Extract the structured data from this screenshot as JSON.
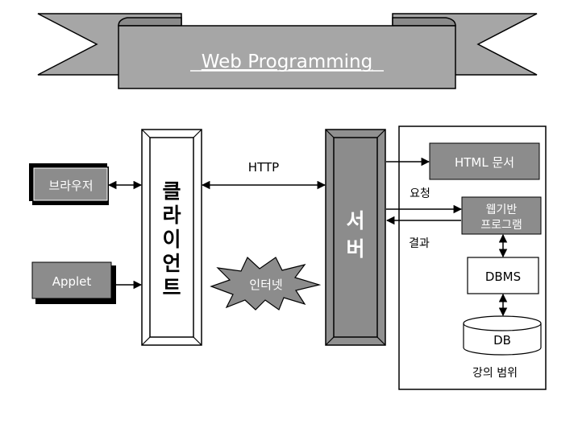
{
  "banner": {
    "title": "Web Programming"
  },
  "clients": {
    "browser": "브라우저",
    "applet": "Applet",
    "client_chars": [
      "클",
      "라",
      "이",
      "언",
      "트"
    ]
  },
  "protocol": {
    "http": "HTTP",
    "internet": "인터넷"
  },
  "server": {
    "chars": [
      "서",
      "버"
    ]
  },
  "flow": {
    "request": "요청",
    "result": "결과"
  },
  "scope": {
    "html_doc": "HTML 문서",
    "web_program_line1": "웹기반",
    "web_program_line2": "프로그램",
    "dbms": "DBMS",
    "db": "DB",
    "caption": "강의 범위"
  },
  "colors": {
    "banner_fill": "#a6a6a6",
    "box_fill": "#8c8c8c",
    "shadow": "#000000",
    "server_fill": "#909090"
  }
}
